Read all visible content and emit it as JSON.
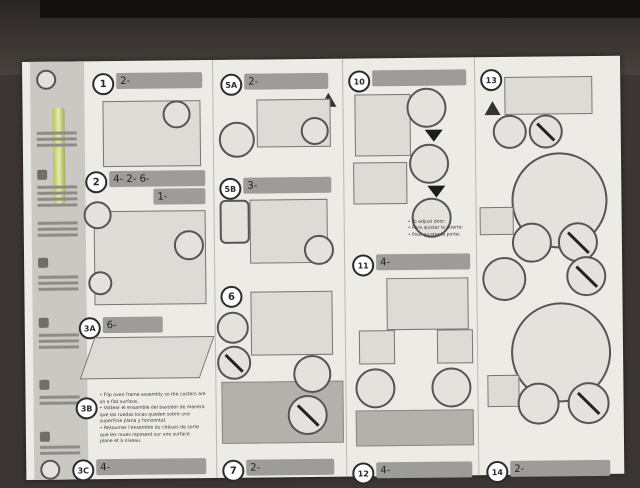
{
  "sheet": {
    "steps": [
      {
        "id": "1",
        "qty": "2-"
      },
      {
        "id": "2",
        "qty": "4-"
      },
      {
        "id": "3A",
        "qty": "6-"
      },
      {
        "id": "3B",
        "qty": ""
      },
      {
        "id": "3C",
        "qty": "4-"
      },
      {
        "id": "5A",
        "qty": "2-"
      },
      {
        "id": "5B",
        "qty": "3-"
      },
      {
        "id": "6",
        "qty": ""
      },
      {
        "id": "7",
        "qty": "2-"
      },
      {
        "id": "10",
        "qty": ""
      },
      {
        "id": "11",
        "qty": "4-"
      },
      {
        "id": "12",
        "qty": "4-"
      },
      {
        "id": "13",
        "qty": ""
      },
      {
        "id": "14",
        "qty": "2-"
      }
    ],
    "step2_extra": [
      "2-",
      "6-",
      "1-"
    ],
    "step3b_text": [
      "• Flip oven frame assembly so the casters are",
      "  on a flat surface.",
      "• Voltear el ensamble del bastidor de manera",
      "  que las ruedas locas queden sobre una",
      "  superficie plana y horizontal.",
      "• Retourner l'ensemble du châssis de sorte",
      "  que les roues reposent sur une surface",
      "  plane et à niveau."
    ],
    "step10_text": [
      "• To adjust door:",
      "• Para ajustar la puerta:",
      "• Pour ajuster la porte:"
    ]
  }
}
